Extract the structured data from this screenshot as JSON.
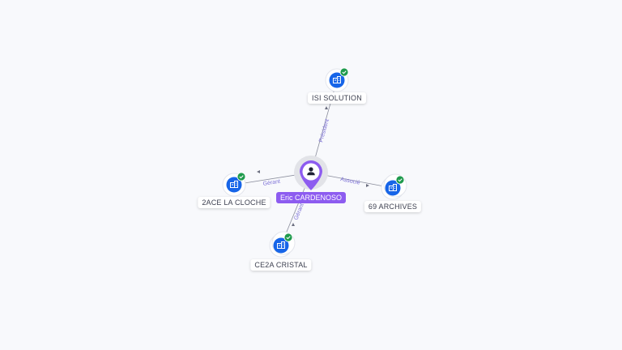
{
  "center": {
    "name": "Eric CARDENOSO",
    "icon": "person-icon",
    "color": "#8d5cf0"
  },
  "companies": [
    {
      "id": "isi",
      "name": "ISI SOLUTION",
      "relation": "Président",
      "icon": "building-icon",
      "verified": true
    },
    {
      "id": "2ace",
      "name": "2ACE LA CLOCHE",
      "relation": "Gérant",
      "icon": "building-icon",
      "verified": true
    },
    {
      "id": "69a",
      "name": "69 ARCHIVES",
      "relation": "Associé",
      "icon": "building-icon",
      "verified": true
    },
    {
      "id": "ce2a",
      "name": "CE2A CRISTAL",
      "relation": "Gérant",
      "icon": "building-icon",
      "verified": true
    }
  ],
  "colors": {
    "company": "#1765e8",
    "verified": "#1e9a4c",
    "edge": "#6c6f80",
    "edge_label": "#7b6fd6"
  }
}
